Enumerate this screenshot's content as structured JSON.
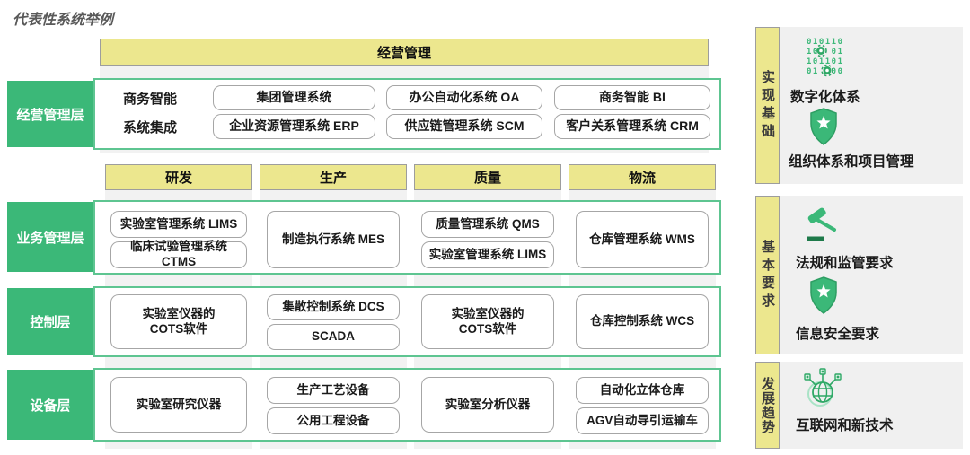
{
  "title": "代表性系统举例",
  "colors": {
    "green_accent": "#3BB878",
    "yellow_header": "#ECE78E",
    "panel_gray": "#F2F2F2",
    "row_border_green": "#5EC591",
    "item_border_gray": "#A6A6A6",
    "dark_green": "#1E7A4A"
  },
  "top_band": {
    "header": "经营管理",
    "layer_label": "经营管理层",
    "left_lines": [
      "商务智能",
      "系统集成"
    ],
    "boxes": [
      [
        "集团管理系统",
        "办公自动化系统 OA",
        "商务智能 BI"
      ],
      [
        "企业资源管理系统 ERP",
        "供应链管理系统 SCM",
        "客户关系管理系统 CRM"
      ]
    ]
  },
  "columns": [
    "研发",
    "生产",
    "质量",
    "物流"
  ],
  "rows": [
    {
      "label": "业务管理层",
      "cells": [
        [
          "实验室管理系统 LIMS",
          "临床试验管理系统 CTMS"
        ],
        [
          "制造执行系统 MES"
        ],
        [
          "质量管理系统 QMS",
          "实验室管理系统 LIMS"
        ],
        [
          "仓库管理系统 WMS"
        ]
      ]
    },
    {
      "label": "控制层",
      "cells": [
        [
          "实验室仪器的\nCOTS软件"
        ],
        [
          "集散控制系统 DCS",
          "SCADA"
        ],
        [
          "实验室仪器的\nCOTS软件"
        ],
        [
          "仓库控制系统 WCS"
        ]
      ]
    },
    {
      "label": "设备层",
      "cells": [
        [
          "实验室研究仪器"
        ],
        [
          "生产工艺设备",
          "公用工程设备"
        ],
        [
          "实验室分析仪器"
        ],
        [
          "自动化立体仓库",
          "AGV自动导引运输车"
        ]
      ]
    }
  ],
  "sidebar": [
    {
      "tab": "实现基础",
      "items": [
        {
          "icon": "digital-matrix-icon",
          "label": "数字化体系"
        },
        {
          "icon": "shield-star-icon",
          "label": "组织体系和项目管理"
        }
      ]
    },
    {
      "tab": "基本要求",
      "items": [
        {
          "icon": "gavel-icon",
          "label": "法规和监管要求"
        },
        {
          "icon": "shield-star-icon",
          "label": "信息安全要求"
        }
      ]
    },
    {
      "tab": "发展趋势",
      "items": [
        {
          "icon": "globe-network-icon",
          "label": "互联网和新技术"
        }
      ]
    }
  ]
}
